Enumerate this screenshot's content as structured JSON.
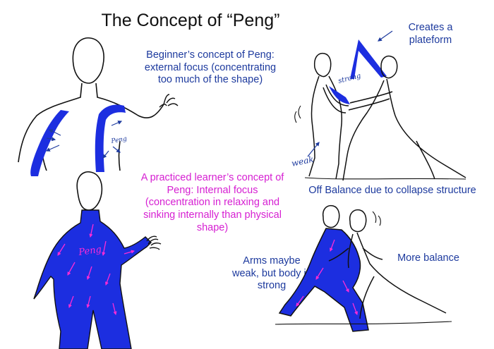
{
  "title": "The Concept of “Peng”",
  "colors": {
    "blue_text": "#1d3a9e",
    "magenta_text": "#d61fd2",
    "ink": "#111111",
    "blue_fill": "#1c2ee0",
    "arrow_pink": "#ff2bd6"
  },
  "captions": {
    "beginner": "Beginner’s concept of Peng: external focus (concentrating too much of the shape)",
    "practiced": "A practiced learner’s concept of Peng: Internal focus (concentration in relaxing and sinking internally than physical shape)",
    "platform": "Creates a plateform",
    "off_balance": "Off Balance due to collapse structure",
    "arms_weak": "Arms maybe weak, but body is strong",
    "more_balance": "More balance"
  },
  "sketch_labels": {
    "peng_small": "Peng",
    "peng_large": "Peng",
    "strong": "strong",
    "weak": "weak"
  }
}
